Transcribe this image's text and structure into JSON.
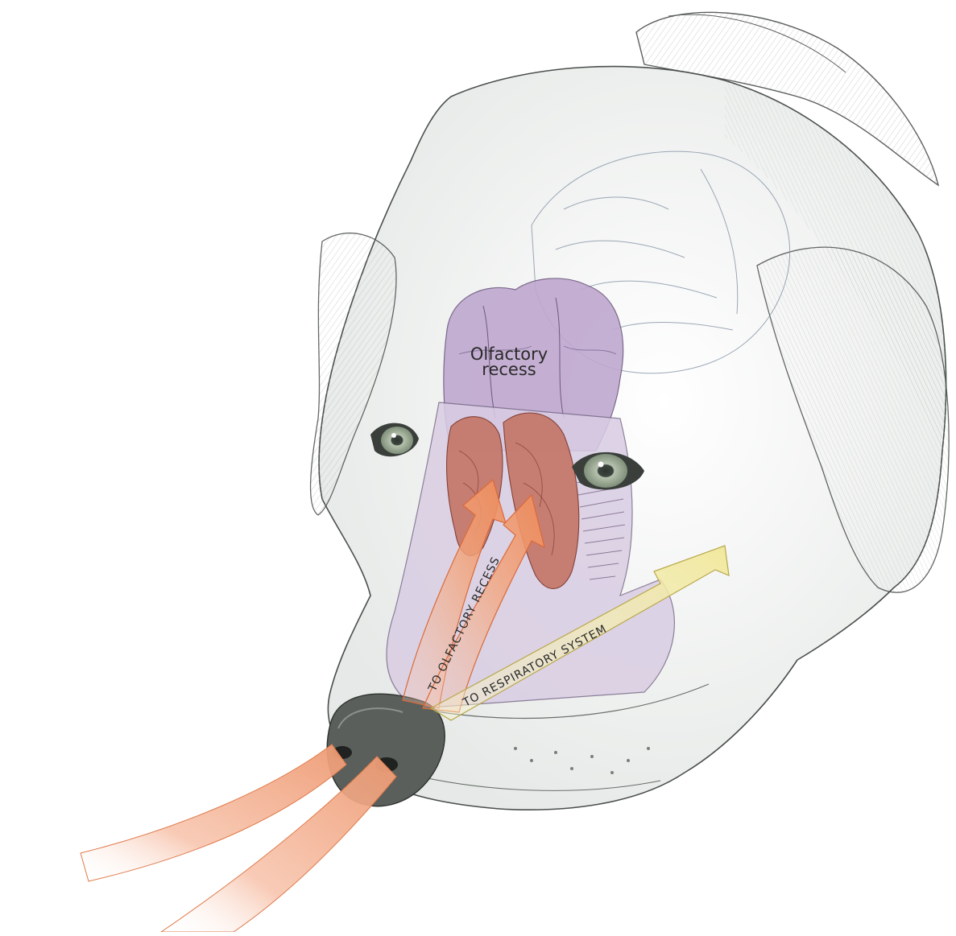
{
  "labels": {
    "olfactory_recess_line1": "Olfactory",
    "olfactory_recess_line2": "recess",
    "to_olfactory_recess": "TO OLFACTORY RECESS",
    "to_respiratory_system": "TO RESPIRATORY SYSTEM"
  },
  "colors": {
    "background": "#ffffff",
    "sketch_line": "#4a4f4c",
    "shading": "#c9cdca",
    "olfactory_purple": "#a58fb5",
    "purple_light": "#d6c9df",
    "turbinate_red": "#b4564a",
    "airflow_orange": "#ef9b6e",
    "airflow_pink": "#f6b8a0",
    "respiratory_yellow": "#f3ecb0",
    "eye_green": "#9fae98"
  }
}
